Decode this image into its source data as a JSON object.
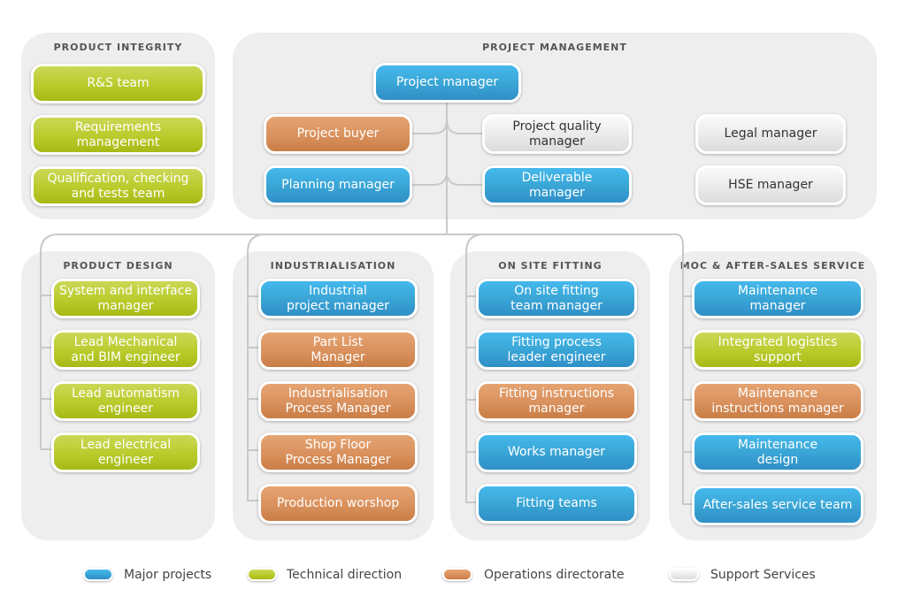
{
  "panels": {
    "product_integrity": "PRODUCT INTEGRITY",
    "project_management": "PROJECT MANAGEMENT",
    "product_design": "PRODUCT DESIGN",
    "industrialisation": "INDUSTRIALISATION",
    "on_site_fitting": "ON SITE FITTING",
    "moc": "MOC & AFTER-SALES SERVICE"
  },
  "product_integrity": {
    "rs_team": "R&S team",
    "requirements": "Requirements\nmanagement",
    "qualification": "Qualification, checking\nand tests team"
  },
  "project_management": {
    "project_manager": "Project manager",
    "project_buyer": "Project buyer",
    "project_quality": "Project quality\nmanager",
    "legal_manager": "Legal manager",
    "planning_manager": "Planning manager",
    "deliverable_manager": "Deliverable\nmanager",
    "hse_manager": "HSE manager"
  },
  "product_design": {
    "system_interface": "System and interface\nmanager",
    "lead_mechanical": "Lead Mechanical\nand BIM engineer",
    "lead_automatism": "Lead automatism\nengineer",
    "lead_electrical": "Lead electrical\nengineer"
  },
  "industrialisation": {
    "industrial_pm": "Industrial\nproject manager",
    "part_list": "Part List\nManager",
    "industrialisation_pm": "Industrialisation\nProcess Manager",
    "shop_floor": "Shop Floor\nProcess Manager",
    "production_workshop": "Production worshop"
  },
  "on_site_fitting": {
    "team_manager": "On site fitting\nteam manager",
    "fitting_process": "Fitting process\nleader engineer",
    "fitting_instructions": "Fitting instructions\nmanager",
    "works_manager": "Works manager",
    "fitting_teams": "Fitting teams"
  },
  "moc": {
    "maintenance_manager": "Maintenance\nmanager",
    "integrated_logistics": "Integrated logistics\nsupport",
    "maintenance_instructions": "Maintenance\ninstructions manager",
    "maintenance_design": "Maintenance\ndesign",
    "after_sales_team": "After-sales service team"
  },
  "legend": {
    "major_projects": "Major projects",
    "technical_direction": "Technical direction",
    "operations_directorate": "Operations directorate",
    "support_services": "Support Services"
  },
  "colors": {
    "major_projects": "#3ba8d8",
    "technical_direction": "#b9cb2b",
    "operations_directorate": "#d9915d",
    "support_services": "#e4e4e4",
    "connector": "#c9c9c9"
  }
}
